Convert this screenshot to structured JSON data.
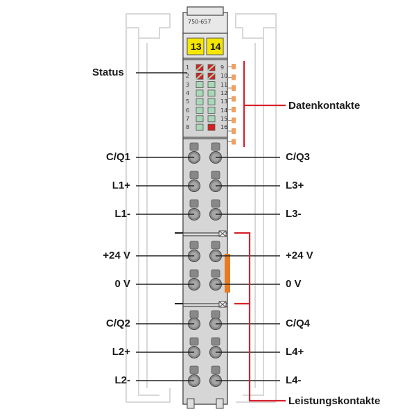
{
  "module": {
    "model": "750-657",
    "markers": [
      "13",
      "14"
    ],
    "led_numbers_left": [
      "1",
      "2",
      "3",
      "4",
      "5",
      "6",
      "7",
      "8"
    ],
    "led_numbers_right": [
      "9",
      "10",
      "11",
      "12",
      "13",
      "14",
      "15",
      "16"
    ]
  },
  "labels": {
    "status": "Status",
    "data_contacts": "Datenkontakte",
    "power_contacts": "Leistungskontakte"
  },
  "terminals_left": [
    "C/Q1",
    "L1+",
    "L1-",
    "+24 V",
    "0 V",
    "C/Q2",
    "L2+",
    "L2-"
  ],
  "terminals_right": [
    "C/Q3",
    "L3+",
    "L3-",
    "+24 V",
    "0 V",
    "C/Q4",
    "L4+",
    "L4-"
  ],
  "colors": {
    "marker_yellow": "#f5e600",
    "led_green": "#a8d8b8",
    "led_red": "#d42020",
    "contact_orange": "#f0a060",
    "power_bar_orange": "#e87a20",
    "bracket_red": "#d8202a"
  }
}
